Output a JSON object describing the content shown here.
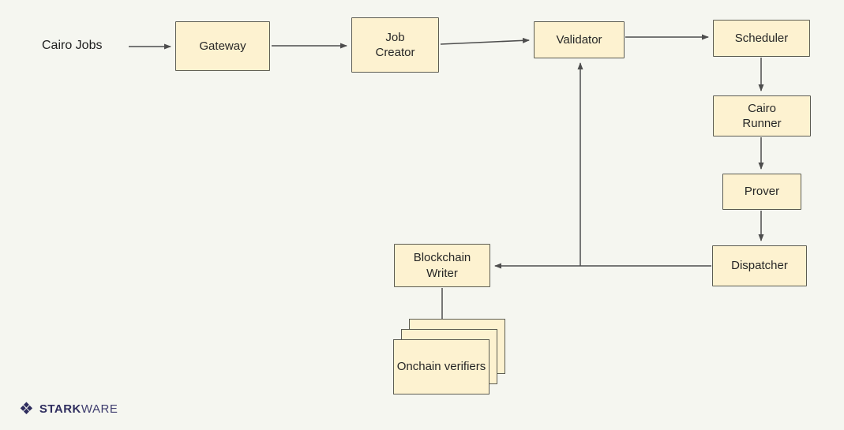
{
  "diagram": {
    "input_label": "Cairo Jobs",
    "nodes": {
      "gateway": {
        "label": "Gateway"
      },
      "job_creator": {
        "label": "Job Creator"
      },
      "validator": {
        "label": "Validator"
      },
      "scheduler": {
        "label": "Scheduler"
      },
      "cairo_runner": {
        "label": "Cairo Runner"
      },
      "prover": {
        "label": "Prover"
      },
      "dispatcher": {
        "label": "Dispatcher"
      },
      "blockchain_writer": {
        "label": "Blockchain Writer"
      },
      "onchain_verifiers": {
        "label": "Onchain verifiers"
      }
    },
    "edges": [
      {
        "from": "Cairo Jobs",
        "to": "Gateway"
      },
      {
        "from": "Gateway",
        "to": "Job Creator"
      },
      {
        "from": "Job Creator",
        "to": "Validator"
      },
      {
        "from": "Validator",
        "to": "Scheduler"
      },
      {
        "from": "Scheduler",
        "to": "Cairo Runner"
      },
      {
        "from": "Cairo Runner",
        "to": "Prover"
      },
      {
        "from": "Prover",
        "to": "Dispatcher"
      },
      {
        "from": "Dispatcher",
        "to": "Blockchain Writer"
      },
      {
        "from": "Dispatcher",
        "to": "Validator"
      },
      {
        "from": "Blockchain Writer",
        "to": "Onchain verifiers"
      }
    ],
    "colors": {
      "background": "#f5f6f0",
      "node_fill": "#fdf2d0",
      "node_border": "#5c5c52",
      "arrow": "#4d4d4d",
      "logo_dark": "#2e2d5e",
      "logo_light": "#3e3d6e"
    }
  },
  "footer": {
    "brand_bold": "STARK",
    "brand_light": "WARE"
  }
}
